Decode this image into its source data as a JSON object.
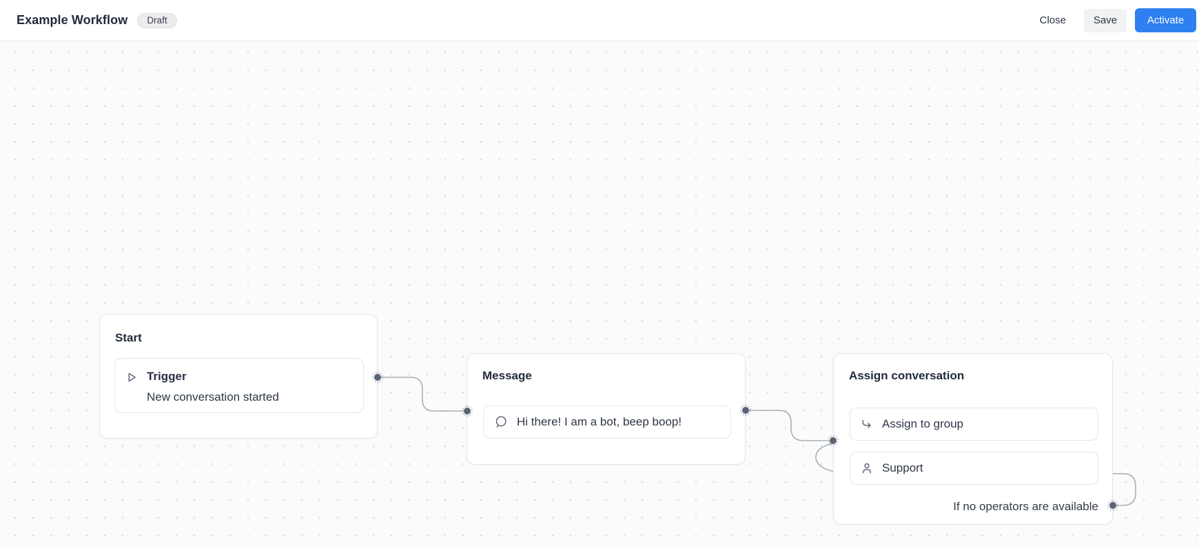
{
  "header": {
    "title": "Example Workflow",
    "status_badge": "Draft",
    "actions": {
      "close": "Close",
      "save": "Save",
      "activate": "Activate"
    }
  },
  "workflow": {
    "start": {
      "title": "Start",
      "trigger": {
        "icon": "play-icon",
        "label": "Trigger",
        "description": "New conversation started"
      }
    },
    "message": {
      "title": "Message",
      "item": {
        "icon": "chat-bubble-icon",
        "text": "Hi there! I am a bot, beep boop!"
      }
    },
    "assign": {
      "title": "Assign conversation",
      "action": {
        "icon": "redirect-arrow-icon",
        "label": "Assign to group"
      },
      "group": {
        "icon": "person-icon",
        "label": "Support"
      },
      "fallback_label": "If no operators are available"
    }
  },
  "colors": {
    "accent_blue": "#2e80f0",
    "save_button_bg": "#f1f2f4",
    "badge_bg": "#ececee",
    "connector_gray": "#a8aeb8",
    "canvas_dot": "#d9d9dc",
    "card_border": "#e3e5e9",
    "text_primary": "#232c3c"
  }
}
